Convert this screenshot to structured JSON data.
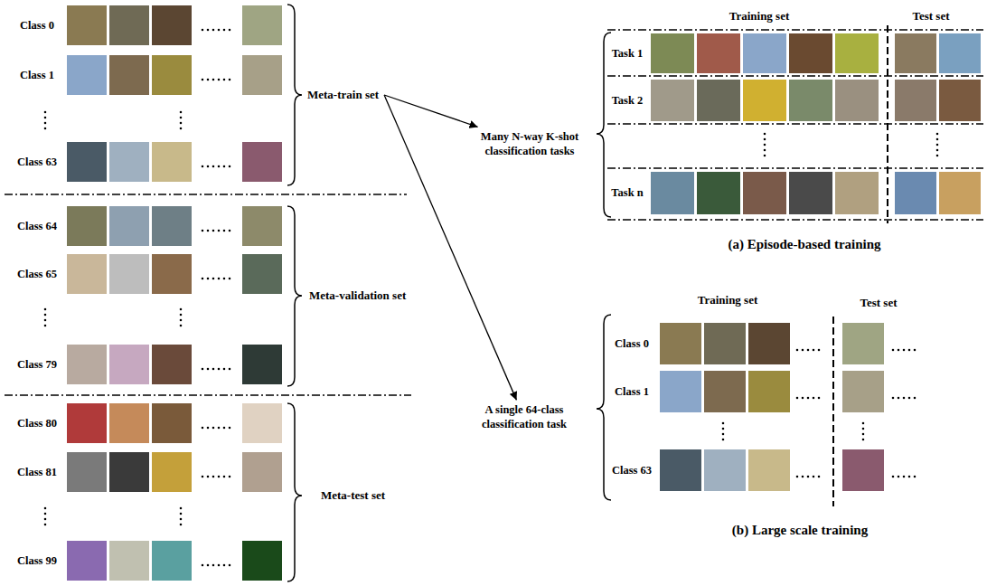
{
  "diagram": {
    "nodes": [
      {
        "text": [
          "Meta-train set"
        ]
      },
      {
        "text": [
          "Many N-way K-shot classification tasks"
        ]
      },
      {
        "text": [
          "A single 64-class classification task"
        ]
      }
    ],
    "edges": [
      {
        "from": 0,
        "to": 1,
        "arrow": "to"
      },
      {
        "from": 0,
        "to": 2,
        "arrow": "to"
      }
    ],
    "labels": [
      "Class 0",
      "Class 1",
      "Class 63",
      "Class 64",
      "Class 65",
      "Class 79",
      "Class 80",
      "Class 81",
      "Class 99",
      "Meta-validation set",
      "Meta-test set",
      "Training set",
      "Test set",
      "Task 1",
      "Task 2",
      "Task n",
      "(a) Episode-based training",
      "Training set",
      "Test set",
      "Class 0",
      "Class 1",
      "Class 63",
      "(b) Large scale training"
    ]
  }
}
